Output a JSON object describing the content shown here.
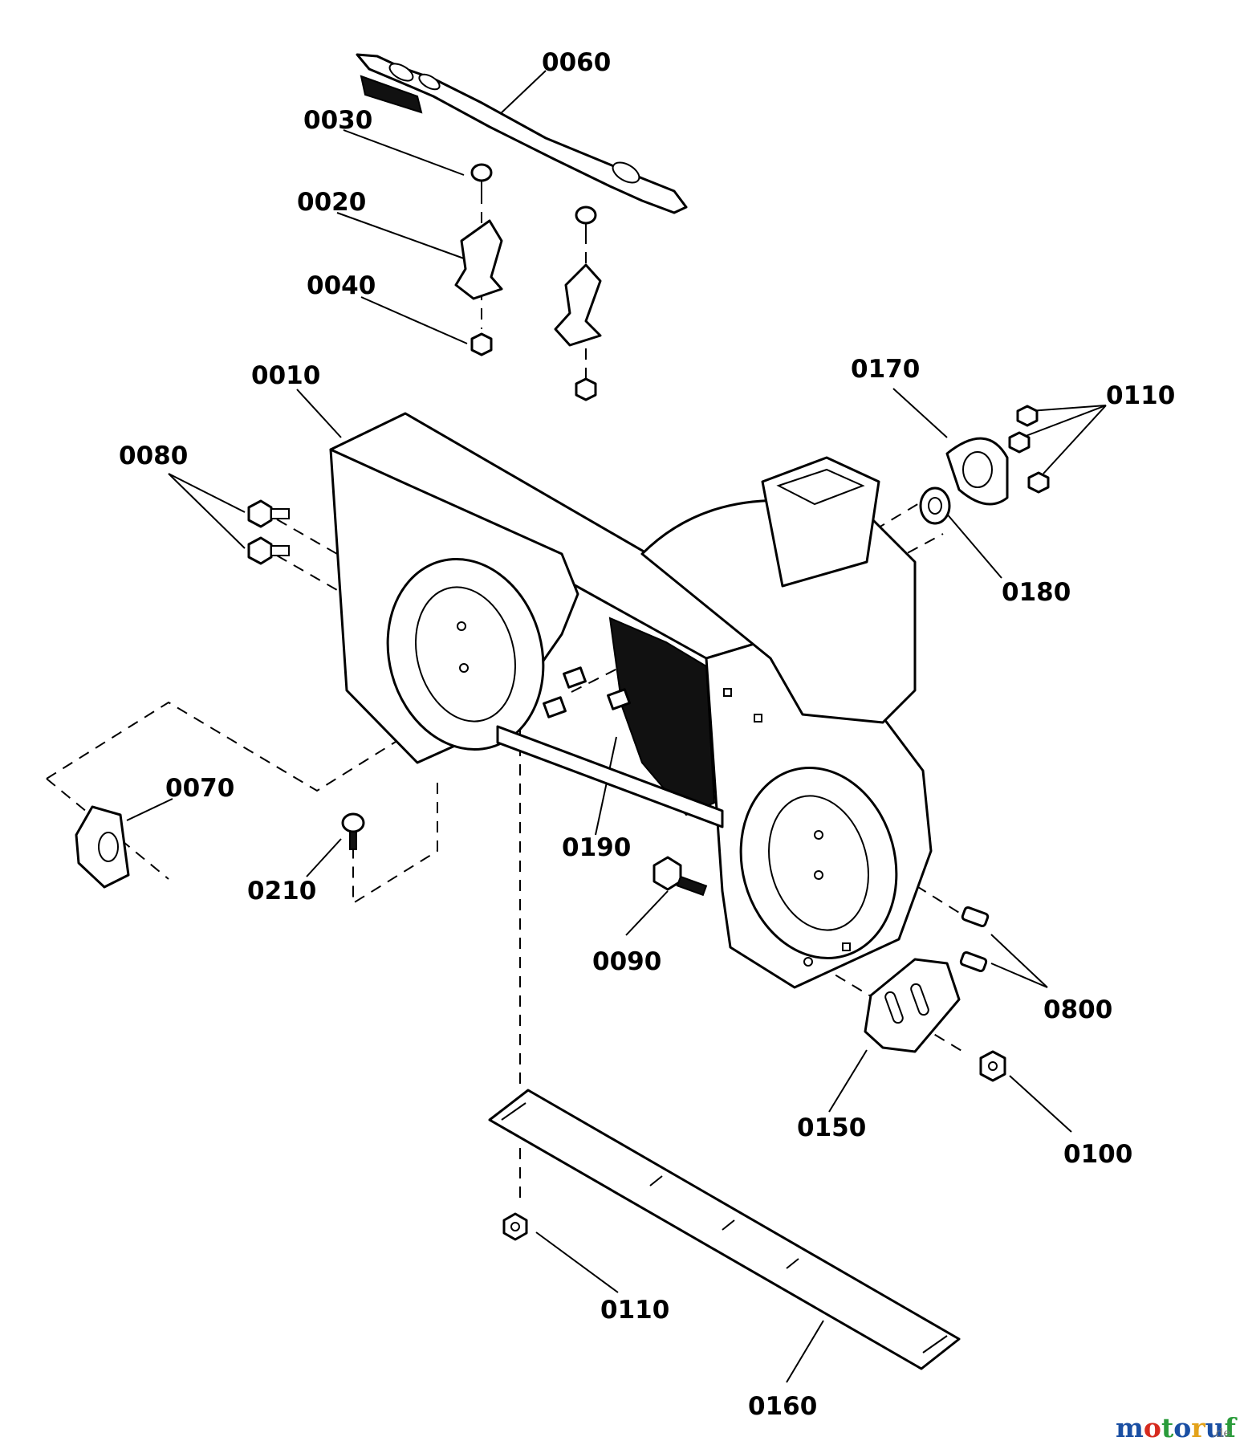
{
  "callouts": {
    "c0060": "0060",
    "c0030": "0030",
    "c0020": "0020",
    "c0040": "0040",
    "c0010": "0010",
    "c0080": "0080",
    "c0170": "0170",
    "c0110_top": "0110",
    "c0180": "0180",
    "c0070": "0070",
    "c0210": "0210",
    "c0190": "0190",
    "c0090": "0090",
    "c0800": "0800",
    "c0150": "0150",
    "c0100": "0100",
    "c0110_bottom": "0110",
    "c0160": "0160"
  },
  "watermark": {
    "letters": [
      "m",
      "o",
      "t",
      "o",
      "r",
      "u",
      "f"
    ],
    "letter_colors": [
      "#1a4fa3",
      "#d62b1f",
      "#2a9b3a",
      "#1a4fa3",
      "#e3a21a",
      "#1a4fa3",
      "#2a9b3a"
    ],
    "suffix": ".de"
  }
}
